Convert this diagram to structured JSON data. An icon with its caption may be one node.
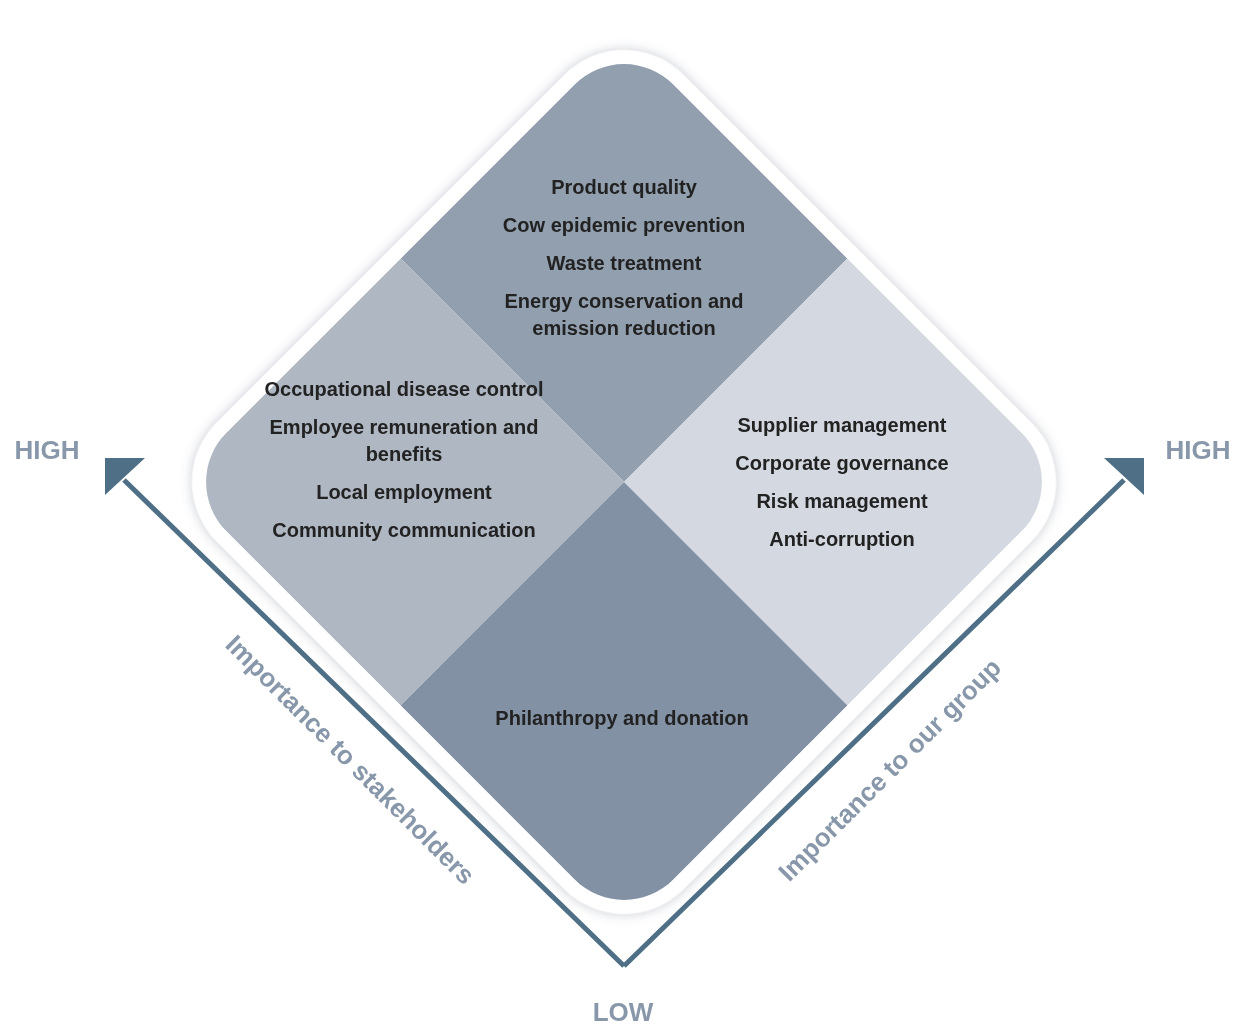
{
  "diagram": {
    "nodes": [
      {
        "text": [
          "Product quality",
          "Cow epidemic prevention",
          "Waste treatment",
          "Energy conservation and emission reduction"
        ]
      },
      {
        "text": [
          "Occupational disease control",
          "Employee remuneration and benefits",
          "Local employment",
          "Community communication"
        ]
      },
      {
        "text": [
          "Supplier management",
          "Corporate governance",
          "Risk management",
          "Anti-corruption"
        ]
      },
      {
        "text": [
          "Philanthropy and donation"
        ]
      }
    ],
    "labels": [
      "HIGH",
      "HIGH",
      "Importance to stakeholders",
      "Importance to our group",
      "LOW"
    ]
  }
}
